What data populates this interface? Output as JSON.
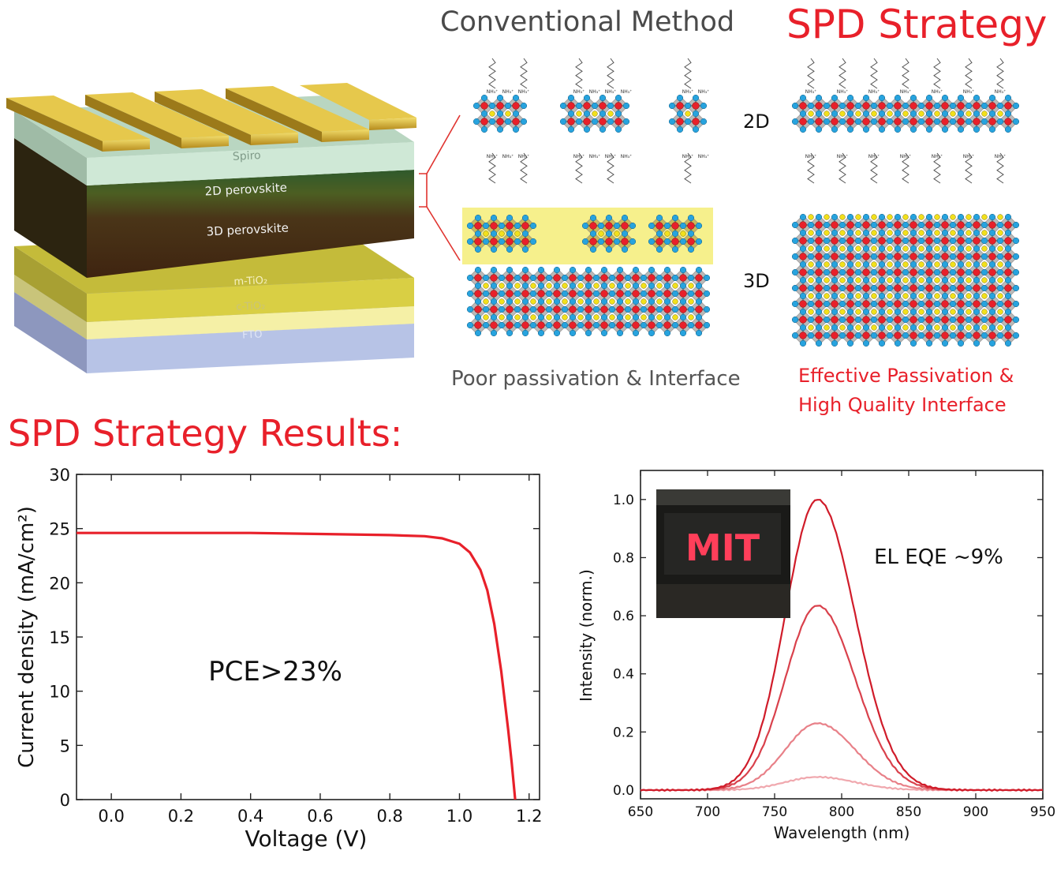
{
  "header": {
    "conventional": "Conventional Method",
    "spd": "SPD Strategy"
  },
  "device_stack": {
    "layers": [
      "Spiro",
      "2D perovskite",
      "3D perovskite",
      "m-TiO₂",
      "c-TiO₂",
      "FTO"
    ]
  },
  "structures": {
    "label_2d": "2D",
    "label_3d": "3D",
    "ammonium_label": "NH₃⁺",
    "caption_poor": "Poor passivation & Interface",
    "caption_effective_line1": "Effective Passivation &",
    "caption_effective_line2": "High Quality Interface"
  },
  "results": {
    "title": "SPD Strategy Results:"
  },
  "colors": {
    "accent_red": "#e8202a",
    "b_site": "#e8202a",
    "x_site": "#27a3de",
    "a_site": "#f2e01c"
  },
  "chart_data": [
    {
      "type": "line",
      "xlabel": "Voltage (V)",
      "ylabel": "Current density (mA/cm²)",
      "xlim": [
        -0.1,
        1.23
      ],
      "ylim": [
        0,
        30
      ],
      "xticks": [
        "0.0",
        "0.2",
        "0.4",
        "0.6",
        "0.8",
        "1.0",
        "1.2"
      ],
      "yticks": [
        "0",
        "5",
        "10",
        "15",
        "20",
        "25",
        "30"
      ],
      "annotation": "PCE>23%",
      "series": [
        {
          "x": [
            -0.1,
            0.0,
            0.2,
            0.4,
            0.6,
            0.8,
            0.9,
            0.95,
            1.0,
            1.03,
            1.06,
            1.08,
            1.1,
            1.12,
            1.14,
            1.15,
            1.16
          ],
          "y": [
            24.6,
            24.6,
            24.6,
            24.6,
            24.5,
            24.4,
            24.3,
            24.1,
            23.6,
            22.8,
            21.2,
            19.3,
            16.2,
            11.8,
            6.4,
            3.4,
            0.0
          ]
        }
      ]
    },
    {
      "type": "line",
      "xlabel": "Wavelength (nm)",
      "ylabel": "Intensity (norm.)",
      "xlim": [
        650,
        950
      ],
      "ylim": [
        -0.03,
        1.1
      ],
      "xticks": [
        "650",
        "700",
        "750",
        "800",
        "850",
        "900",
        "950"
      ],
      "yticks": [
        "0.0",
        "0.2",
        "0.4",
        "0.6",
        "0.8",
        "1.0"
      ],
      "annotation": "EL EQE ~9%",
      "inset_text": "MIT",
      "peak_nm": 782,
      "series": [
        {
          "peak": 1.0,
          "color": "#d01c2a"
        },
        {
          "peak": 0.635,
          "color": "#d9414c"
        },
        {
          "peak": 0.23,
          "color": "#e88088"
        },
        {
          "peak": 0.045,
          "color": "#f0a8ae"
        }
      ]
    }
  ]
}
